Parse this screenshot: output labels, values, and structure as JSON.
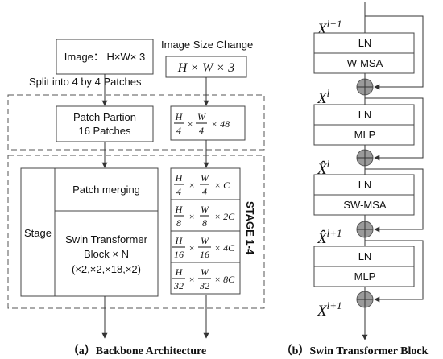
{
  "left": {
    "image_box": "Image： H×W× 3",
    "image_size_change": "Image Size Change",
    "image_size_math": "H × W × 3",
    "split_label": "Split into 4 by 4 Patches",
    "patch_partition": [
      "Patch Partion",
      "16 Patches"
    ],
    "patch_math": {
      "n1": "H",
      "d1": "4",
      "n2": "W",
      "d2": "4",
      "tail": "× 48"
    },
    "stage_label": "Stage",
    "patch_merging": "Patch merging",
    "swin_block": [
      "Swin Transformer",
      "Block × N",
      "(×2,×2,×18,×2)"
    ],
    "stage_math": [
      {
        "n1": "H",
        "d1": "4",
        "n2": "W",
        "d2": "4",
        "tail": "× C"
      },
      {
        "n1": "H",
        "d1": "8",
        "n2": "W",
        "d2": "8",
        "tail": "× 2C"
      },
      {
        "n1": "H",
        "d1": "16",
        "n2": "W",
        "d2": "16",
        "tail": "× 4C"
      },
      {
        "n1": "H",
        "d1": "32",
        "n2": "W",
        "d2": "32",
        "tail": "× 8C"
      }
    ],
    "stage_vertical": "STAGE 1-4",
    "caption": "（a）Backbone Architecture"
  },
  "right": {
    "x_labels": [
      {
        "base": "X",
        "sup": "l−1"
      },
      {
        "base": "X",
        "sup": "l"
      },
      {
        "base": "X̂",
        "sup": "l"
      },
      {
        "base": "X̂",
        "sup": "l+1"
      },
      {
        "base": "X",
        "sup": "l+1"
      }
    ],
    "blocks": [
      {
        "top": "LN",
        "bottom": "W-MSA"
      },
      {
        "top": "LN",
        "bottom": "MLP"
      },
      {
        "top": "LN",
        "bottom": "SW-MSA"
      },
      {
        "top": "LN",
        "bottom": "MLP"
      }
    ],
    "caption": "（b）Swin Transformer Block"
  }
}
